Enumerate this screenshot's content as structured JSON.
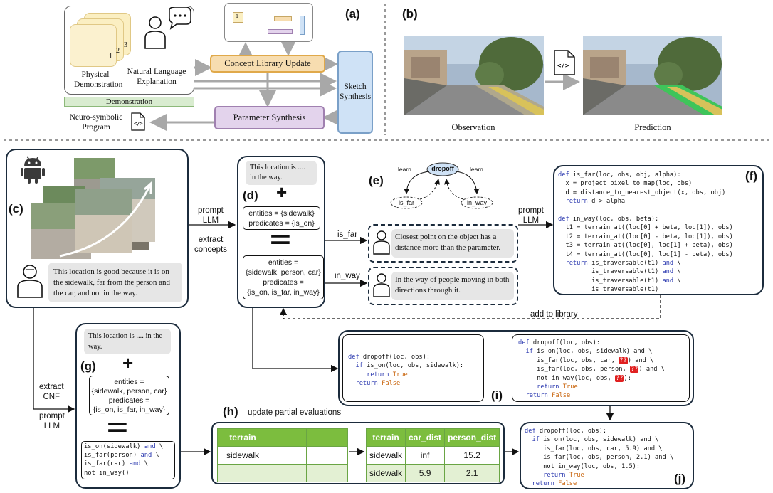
{
  "panel_a": {
    "label": "(a)",
    "physical_demo": "Physical\nDemonstration",
    "nl_explanation": "Natural Language\nExplanation",
    "demonstration": "Demonstration",
    "concept_update": "Concept Library Update",
    "sketch_synthesis": "Sketch\nSynthesis",
    "parameter_synthesis": "Parameter Synthesis",
    "neurosymbolic": "Neuro-symbolic\nProgram",
    "stack_numbers": [
      "1",
      "2",
      "3"
    ],
    "thumb_number": "1",
    "colors": {
      "concept": "#f7ddb0",
      "param": "#e3d3ec",
      "sketch": "#cfe2f6",
      "demo": "#d9ecd0",
      "stack": "#fbefc2"
    }
  },
  "panel_b": {
    "label": "(b)",
    "observation": "Observation",
    "prediction": "Prediction"
  },
  "panel_c": {
    "label": "(c)",
    "explanation": "This location is good because it is on the sidewalk, far from the person and the car, and not in the way."
  },
  "arrows": {
    "prompt_llm": "prompt\nLLM",
    "extract_concepts": "extract\nconcepts",
    "prompt_llm_f": "prompt\nLLM",
    "is_far": "is_far",
    "in_way": "in_way",
    "add_to_library": "add to library",
    "extract_cnf": "extract\nCNF",
    "prompt_llm_g": "prompt\nLLM",
    "update_partial": "update partial evaluations"
  },
  "panel_d": {
    "label": "(d)",
    "speech": "This location is .... in the way.",
    "plus": "+",
    "equals": "=",
    "box1": "entities = {sidewalk}\npredicates = {is_on}",
    "box2": "entities =\n{sidewalk, person, car}\npredicates =\n{is_on, is_far, in_way}"
  },
  "panel_e": {
    "label": "(e)",
    "root": "dropoff",
    "left": "is_far",
    "right": "in_way",
    "learn_left": "learn",
    "learn_right": "learn"
  },
  "defs": {
    "is_far": "Closest point on the object has a distance more than the parameter.",
    "in_way": "In the way of people moving in both directions through it."
  },
  "panel_f": {
    "label": "(f)"
  },
  "panel_g": {
    "label": "(g)",
    "speech": "This location is .... in the way.",
    "plus": "+",
    "equals": "=",
    "box1": "entities =\n{sidewalk, person, car}\npredicates =\n{is_on, is_far, in_way}"
  },
  "panel_h": {
    "label": "(h)",
    "table1": {
      "headers": [
        "terrain",
        "",
        ""
      ],
      "rows": [
        [
          "sidewalk",
          "",
          ""
        ],
        [
          "",
          "",
          ""
        ]
      ]
    },
    "table2": {
      "headers": [
        "terrain",
        "car_dist",
        "person_dist"
      ],
      "rows": [
        [
          "sidewalk",
          "inf",
          "15.2"
        ],
        [
          "sidewalk",
          "5.9",
          "2.1"
        ]
      ]
    }
  },
  "panel_i": {
    "label": "(i)"
  },
  "panel_j": {
    "label": "(j)"
  }
}
